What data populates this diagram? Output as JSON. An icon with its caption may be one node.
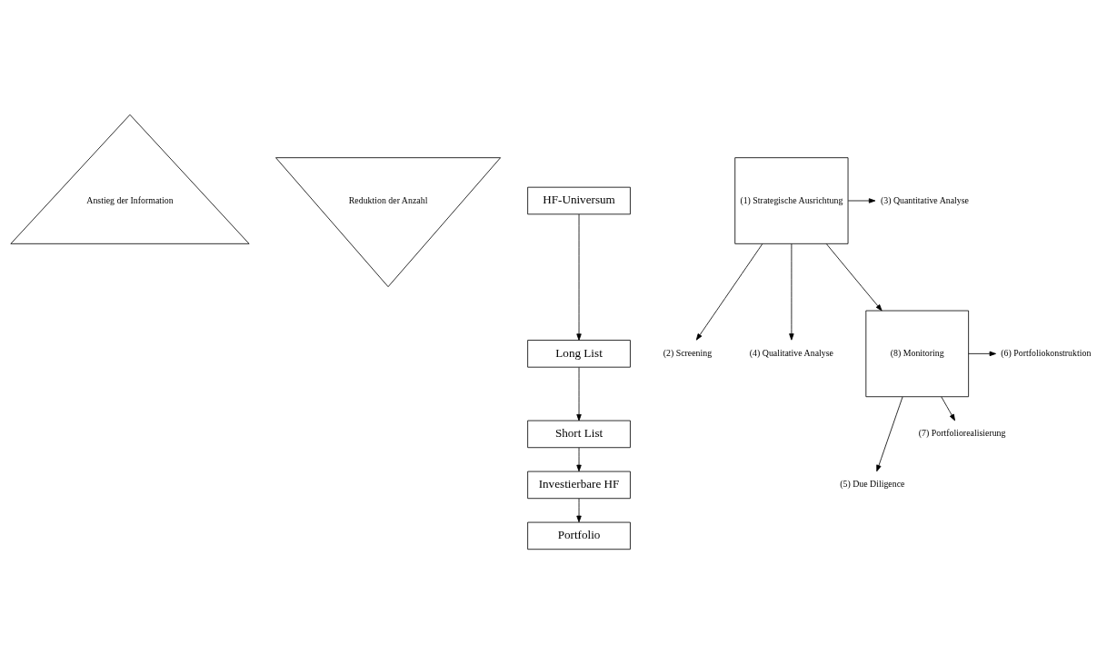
{
  "diagram": {
    "nodes": [
      {
        "text": [
          "Anstieg der Information"
        ]
      },
      {
        "text": [
          "Reduktion der Anzahl"
        ]
      },
      {
        "text": [
          "HF-Universum"
        ]
      },
      {
        "text": [
          "Long List"
        ]
      },
      {
        "text": [
          "Short List"
        ]
      },
      {
        "text": [
          "Investierbare HF"
        ]
      },
      {
        "text": [
          "Portfolio"
        ]
      },
      {
        "text": [
          "(2) Screening"
        ]
      },
      {
        "text": [
          "(3) Quantitative Analyse"
        ]
      },
      {
        "text": [
          "(4) Qualitative Analyse"
        ]
      },
      {
        "text": [
          "(5) Due Diligence"
        ]
      },
      {
        "text": [
          "(6) Portfoliokonstruktion"
        ]
      },
      {
        "text": [
          "(7) Portfoliorealisierung"
        ]
      },
      {
        "text": [
          "(1) Strategische Ausrichtung"
        ]
      },
      {
        "text": [
          "(8) Monitoring"
        ]
      }
    ],
    "edges": [
      {
        "from": 2,
        "to": 3,
        "arrow": "to"
      },
      {
        "from": 3,
        "to": 4,
        "arrow": "to"
      },
      {
        "from": 4,
        "to": 5,
        "arrow": "to"
      },
      {
        "from": 5,
        "to": 6,
        "arrow": "to"
      },
      {
        "from": 13,
        "to": 7,
        "arrow": "to"
      },
      {
        "from": 13,
        "to": 8,
        "arrow": "to"
      },
      {
        "from": 13,
        "to": 9,
        "arrow": "to"
      },
      {
        "from": 13,
        "to": 14,
        "arrow": "to"
      },
      {
        "from": 14,
        "to": 10,
        "arrow": "to"
      },
      {
        "from": 14,
        "to": 11,
        "arrow": "to"
      },
      {
        "from": 14,
        "to": 12,
        "arrow": "to"
      }
    ]
  }
}
